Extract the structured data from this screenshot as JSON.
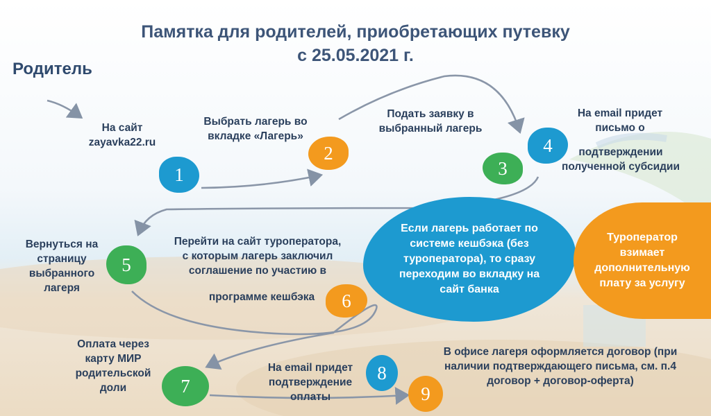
{
  "title": {
    "line1": "Памятка для родителей, приобретающих путевку",
    "line2": "с 25.05.2021 г."
  },
  "actor": "Родитель",
  "steps": [
    {
      "num": "1",
      "text": [
        "На сайт",
        "zayavka22.ru"
      ],
      "color": "#1d9ad0"
    },
    {
      "num": "2",
      "text": [
        "Выбрать лагерь во",
        "вкладке «Лагерь»"
      ],
      "color": "#f39a1e"
    },
    {
      "num": "3",
      "text": [
        "Подать заявку в",
        "выбранный лагерь"
      ],
      "color": "#3daf56"
    },
    {
      "num": "4",
      "text": [
        "На email придет",
        "письмо о",
        "подтверждении",
        "полученной субсидии"
      ],
      "color": "#1d9ad0"
    },
    {
      "num": "5",
      "text": [
        "Вернуться на",
        "страницу",
        "выбранного",
        "лагеря"
      ],
      "color": "#3daf56"
    },
    {
      "num": "6",
      "text": [
        "Перейти на сайт туроператора,",
        "с которым лагерь заключил",
        "соглашение по участию в",
        "программе кешбэка"
      ],
      "color": "#f39a1e"
    },
    {
      "num": "7",
      "text": [
        "Оплата через",
        "карту МИР",
        "родительской",
        "доли"
      ],
      "color": "#3daf56"
    },
    {
      "num": "8",
      "text": [
        "На email придет",
        "подтверждение",
        "оплаты"
      ],
      "color": "#1d9ad0"
    },
    {
      "num": "9",
      "text": [
        "В офисе лагеря оформляется договор (при",
        "наличии подтверждающего письма, см. п.4",
        "договор + договор-оферта)"
      ],
      "color": "#f39a1e"
    }
  ],
  "callouts": {
    "cashback": [
      "Если лагерь работает по",
      "системе кешбэка (без",
      "туроператора), то сразу",
      "переходим во вкладку на",
      "сайт банка"
    ],
    "operator": [
      "Туроператор",
      "взимает",
      "дополнительную",
      "плату за услугу"
    ]
  }
}
